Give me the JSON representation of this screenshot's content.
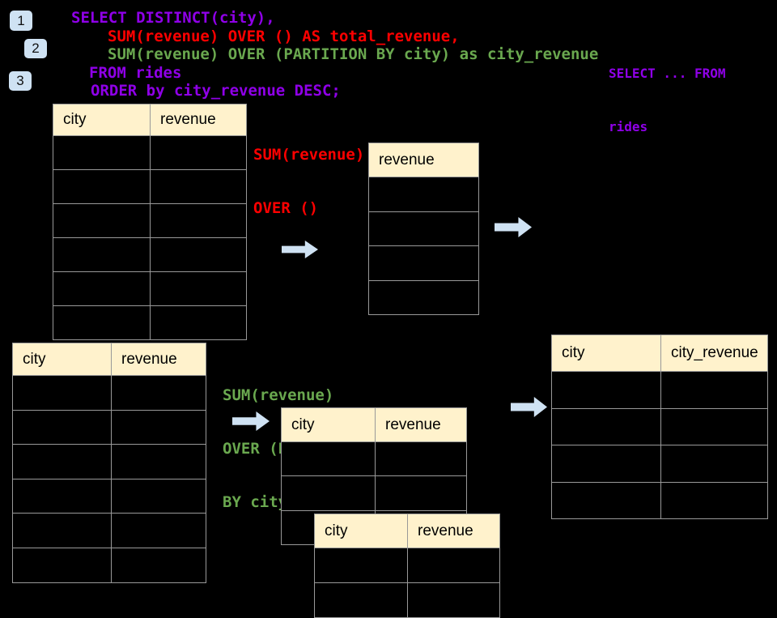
{
  "palette": {
    "background": "#000000",
    "keyword_purple": "#8f00e8",
    "total_red": "#fe0000",
    "partition_green": "#6aa84f",
    "table_header_bg": "#fff2cc",
    "table_border": "#999999",
    "arrow_blue": "#cfe2f3",
    "badge_blue": "#cfe2f3"
  },
  "badges": {
    "b1": "1",
    "b2": "2",
    "b3": "3"
  },
  "code": {
    "line1": "SELECT DISTINCT(city),",
    "line2": "SUM(revenue) OVER () AS total_revenue,",
    "line3": "SUM(revenue) OVER (PARTITION BY city) as city_revenue",
    "line4": "FROM rides",
    "line5": "ORDER by city_revenue DESC;"
  },
  "side_note": {
    "line1": "SELECT ... FROM",
    "line2": "rides"
  },
  "annotation_total": {
    "line1": "SUM(revenue)",
    "line2": "OVER ()"
  },
  "annotation_partition": {
    "line1": "SUM(revenue)",
    "line2": "OVER (PARTITION",
    "line3": "BY city)"
  },
  "tables": {
    "source_top": {
      "headers": {
        "c1": "city",
        "c2": "revenue"
      },
      "row_count": 6
    },
    "revenue_only": {
      "headers": {
        "c1": "revenue"
      },
      "row_count": 4
    },
    "source_bottom": {
      "headers": {
        "c1": "city",
        "c2": "revenue"
      },
      "row_count": 6
    },
    "partition_mid": {
      "headers": {
        "c1": "city",
        "c2": "revenue"
      },
      "row_count": 3
    },
    "partition_overlay": {
      "headers": {
        "c1": "city",
        "c2": "revenue"
      },
      "row_count": 2
    },
    "result": {
      "headers": {
        "c1": "city",
        "c2": "city_revenue"
      },
      "row_count": 4
    }
  }
}
